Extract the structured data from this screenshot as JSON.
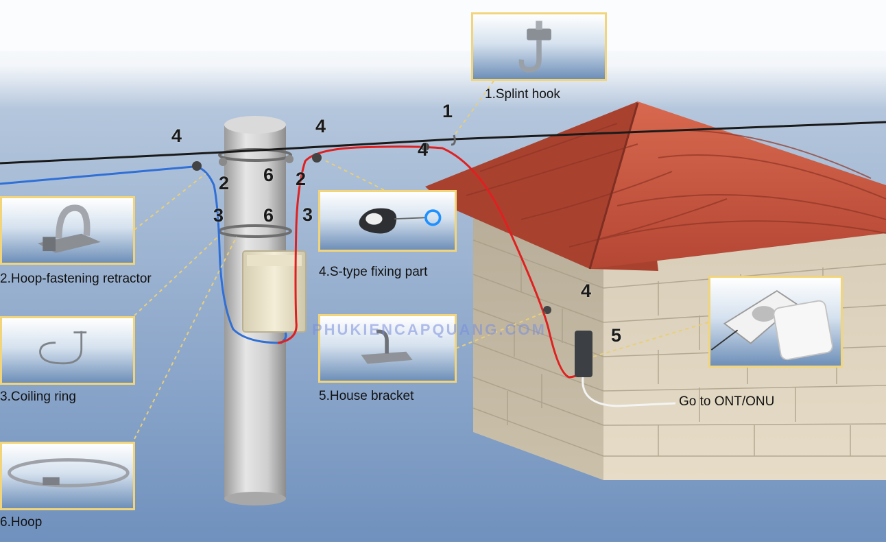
{
  "components": {
    "splint_hook": {
      "label": "1.Splint hook",
      "icon": "splint-hook-icon"
    },
    "hoop_fastening_retractor": {
      "label": "2.Hoop-fastening retractor",
      "icon": "retractor-icon"
    },
    "coiling_ring": {
      "label": "3.Coiling ring",
      "icon": "coiling-ring-icon"
    },
    "s_type_fixing_part": {
      "label": "4.S-type fixing part",
      "icon": "s-type-clamp-icon"
    },
    "house_bracket": {
      "label": "5.House bracket",
      "icon": "house-bracket-icon"
    },
    "hoop": {
      "label": "6.Hoop",
      "icon": "hoop-icon"
    }
  },
  "destination_label": "Go to ONT/ONU",
  "markers": [
    "1",
    "2",
    "3",
    "4",
    "5",
    "6"
  ],
  "watermark": "PHUKIENCAPQUANG.COM",
  "colors": {
    "sky_top": "#ffffff",
    "sky_bottom": "#6f90bd",
    "panel_border": "#f2d57a",
    "drop_cable_red": "#e02020",
    "drop_cable_blue": "#2f6fd6",
    "messenger_wire": "#1a1a1a",
    "roof_tile": "#c8553f",
    "wall_stone": "#ddd3bf",
    "pole": "#cfcfcf",
    "box": "#efe8cf"
  }
}
